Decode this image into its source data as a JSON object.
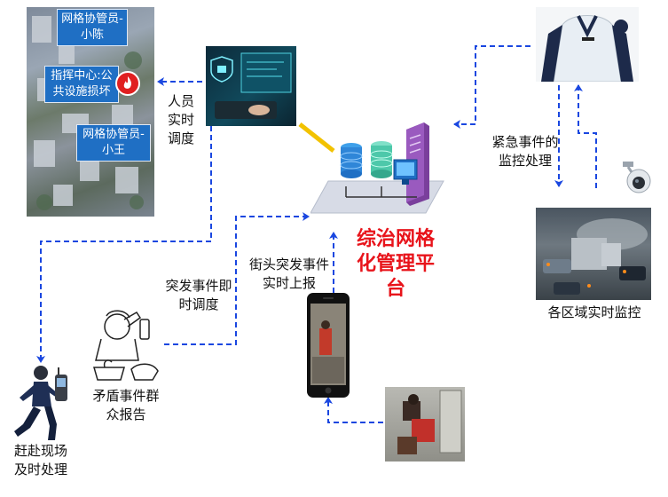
{
  "map_tags": {
    "xiaochen": "网格协管员-小陈",
    "command_center": "指挥中心:公共设施损坏",
    "xiaowang": "网格协管员-小王"
  },
  "labels": {
    "personnel_dispatch": "人员实时调度",
    "emergency_monitor": "紧急事件的监控处理",
    "region_monitor": "各区域实时监控",
    "platform": "综治网格化管理平台",
    "street_report": "街头突发事件实时上报",
    "sudden_dispatch": "突发事件即时调度",
    "conflict_report": "矛盾事件群众报告",
    "rush_scene": "赶赴现场及时处理"
  },
  "colors": {
    "arrow": "#1a47e0",
    "platform_title": "#e8141b",
    "tag_bg": "#1f6fc4"
  }
}
